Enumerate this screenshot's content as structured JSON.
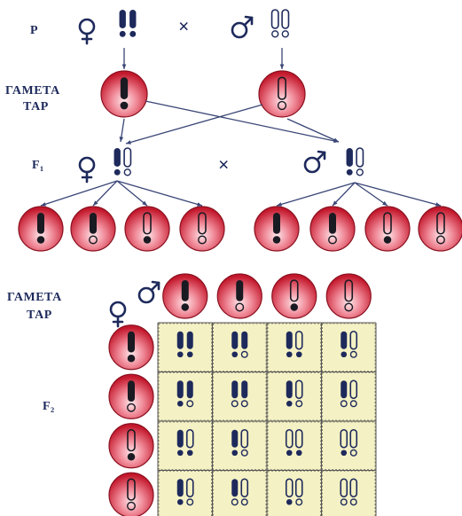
{
  "labels": {
    "p": "P",
    "gametes_line1": "ГАМЕТА",
    "gametes_line2": "ТАР",
    "f1": "F₁",
    "f2": "F₂",
    "cross": "×"
  },
  "colors": {
    "gamete_red": "#d42a3a",
    "gamete_highlight": "#f7d7dd",
    "grid_fill": "#f4f1c4",
    "text_blue": "#1e2a5c"
  },
  "gamete_types": [
    "AB",
    "Ab",
    "aB",
    "ab"
  ],
  "parents": {
    "female_genotype": "AABB",
    "male_genotype": "aabb",
    "female_gamete": "AB",
    "male_gamete": "ab"
  },
  "f1": {
    "genotype": "AaBb",
    "female_gametes": [
      "AB",
      "Ab",
      "aB",
      "ab"
    ],
    "male_gametes": [
      "AB",
      "Ab",
      "aB",
      "ab"
    ]
  },
  "punnett": {
    "col_gametes": [
      "AB",
      "Ab",
      "aB",
      "ab"
    ],
    "row_gametes": [
      "AB",
      "Ab",
      "aB",
      "ab"
    ],
    "cells": [
      [
        "AABB",
        "AABb",
        "AaBB",
        "AaBb"
      ],
      [
        "AABb",
        "AAbb",
        "AaBb",
        "Aabb"
      ],
      [
        "AaBB",
        "AaBb",
        "aaBB",
        "aaBb"
      ],
      [
        "AaBb",
        "Aabb",
        "aaBb",
        "aabb"
      ]
    ]
  }
}
